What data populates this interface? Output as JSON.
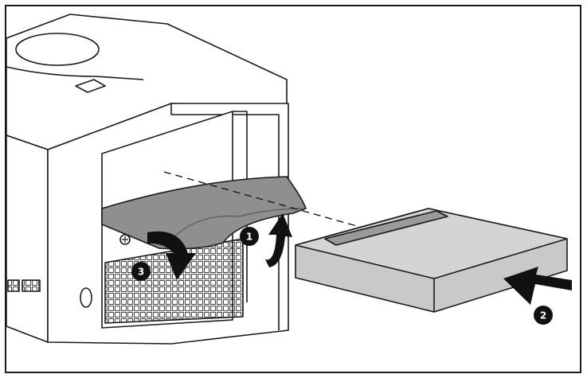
{
  "callouts": [
    {
      "number": "1",
      "meaning": "lift-door"
    },
    {
      "number": "2",
      "meaning": "insert-cartridge"
    },
    {
      "number": "3",
      "meaning": "close-door"
    }
  ],
  "colors": {
    "outline": "#1a1a1a",
    "cartridge_fill": "#c9c9c9",
    "cartridge_top": "#d4d4d4",
    "cartridge_slot": "#9a9a9a",
    "door_fill": "#8f8f8f",
    "arrow_fill": "#111111"
  },
  "icons": [
    "tape-drive-icon",
    "cartridge-icon",
    "curved-arrow-icon",
    "push-arrow-icon",
    "screw-icon",
    "button-icon"
  ]
}
